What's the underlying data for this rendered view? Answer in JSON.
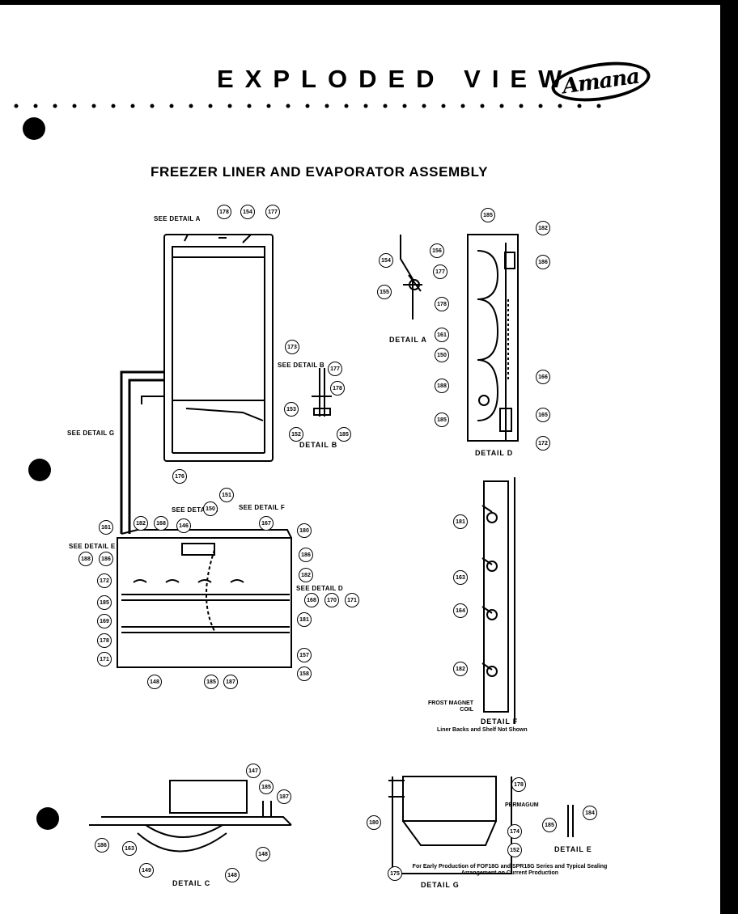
{
  "header": {
    "title": "EXPLODED VIEW",
    "brand": "Amana",
    "subtitle": "FREEZER LINER AND EVAPORATOR ASSEMBLY"
  },
  "callouts": {
    "see_detail_a": "SEE DETAIL A",
    "see_detail_b": "SEE DETAIL B",
    "see_detail_g": "SEE DETAIL G",
    "see_detail_c": "SEE DETAIL C",
    "see_detail_f": "SEE DETAIL F",
    "see_detail_e": "SEE DETAIL E",
    "see_detail_d": "SEE DETAIL D"
  },
  "detail_labels": {
    "a": "DETAIL A",
    "b": "DETAIL B",
    "d": "DETAIL D",
    "f": "DETAIL F",
    "c": "DETAIL C",
    "e": "DETAIL E",
    "g": "DETAIL G"
  },
  "notes": {
    "frost_magnet": "FROST MAGNET COIL",
    "detail_f_note": "Liner Backs and Shelf Not Shown",
    "permagum": "PERMAGUM",
    "early_production": "For Early Production of FOF18G and SPR18G Series and Typical Sealing Arrangement on Current Production"
  },
  "part_numbers": {
    "p178": "178",
    "p154": "154",
    "p177": "177",
    "p173": "173",
    "p176": "176",
    "p153": "153",
    "p152": "152",
    "p185": "185",
    "p161": "161",
    "p150": "150",
    "p151": "151",
    "p146": "146",
    "p167": "167",
    "p180": "180",
    "p186": "186",
    "p182": "182",
    "p168": "168",
    "p172": "172",
    "p165": "165",
    "p169": "169",
    "p170": "170",
    "p171": "171",
    "p181": "181",
    "p157": "157",
    "p158": "158",
    "p148": "148",
    "p187": "187",
    "p156": "156",
    "p155": "155",
    "p188": "188",
    "p166": "166",
    "p163": "163",
    "p164": "164",
    "p147": "147",
    "p149": "149",
    "p174": "174",
    "p175": "175",
    "p184": "184"
  }
}
